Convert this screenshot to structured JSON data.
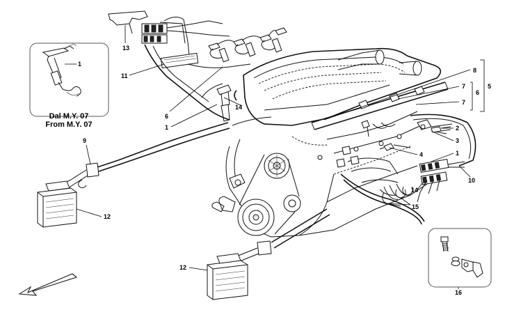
{
  "callouts": {
    "c1_inset": "1",
    "c1_mid": "1",
    "c1_right": "1",
    "c2": "2",
    "c3": "3",
    "c4": "4",
    "c5": "5",
    "c6_left": "6",
    "c6_right": "6",
    "c7_top": "7",
    "c7_bottom": "7",
    "c8": "8",
    "c9": "9",
    "c10": "10",
    "c11": "11",
    "c12_top": "12",
    "c12_bottom": "12",
    "c13": "13",
    "c14_left": "14",
    "c14_right": "14",
    "c15": "15",
    "c16": "16"
  },
  "inset_note": {
    "line1": "Dal M.Y. 07",
    "line2": "From M.Y. 07"
  },
  "colors": {
    "line": "#111111",
    "background": "#ffffff",
    "inset_border": "#555555"
  },
  "icons": {
    "direction_arrow": "front-direction-arrow-icon"
  }
}
